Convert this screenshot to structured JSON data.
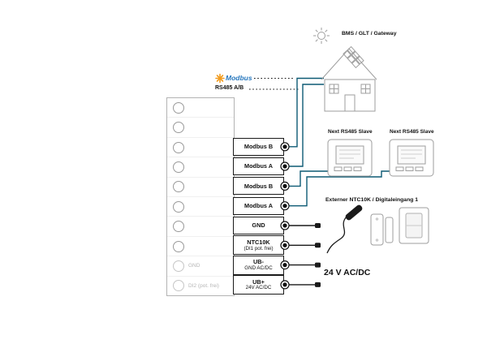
{
  "diagram": {
    "modbus_logo_text": "Modbus",
    "rs485_label": "RS485 A/B",
    "bms_label": "BMS / GLT / Gateway",
    "slave1_label": "Next RS485 Slave",
    "slave2_label": "Next RS485 Slave",
    "external_input_label": "Externer NTC10K / Digitaleingang 1",
    "power_label": "24 V AC/DC"
  },
  "terminal_block": {
    "rows": [
      {
        "label": ""
      },
      {
        "label": ""
      },
      {
        "label": ""
      },
      {
        "label": ""
      },
      {
        "label": ""
      },
      {
        "label": ""
      },
      {
        "label": ""
      },
      {
        "label": ""
      },
      {
        "label": "GND"
      },
      {
        "label": "DI2 (pot. frei)"
      }
    ]
  },
  "terminals": [
    {
      "label": "Modbus B"
    },
    {
      "label": "Modbus A"
    },
    {
      "label": "Modbus B"
    },
    {
      "label": "Modbus A"
    },
    {
      "label": "GND"
    },
    {
      "label": "NTC10K",
      "sub": "(DI1 pot. frei)"
    },
    {
      "label": "UB-",
      "sub": "GND AC/DC"
    },
    {
      "label": "UB+",
      "sub": "24V AC/DC"
    }
  ],
  "colors": {
    "wire": "#0d5a74",
    "stub": "#1a1a1a",
    "modbus_star": "#f29c1f",
    "modbus_text": "#2878be"
  }
}
